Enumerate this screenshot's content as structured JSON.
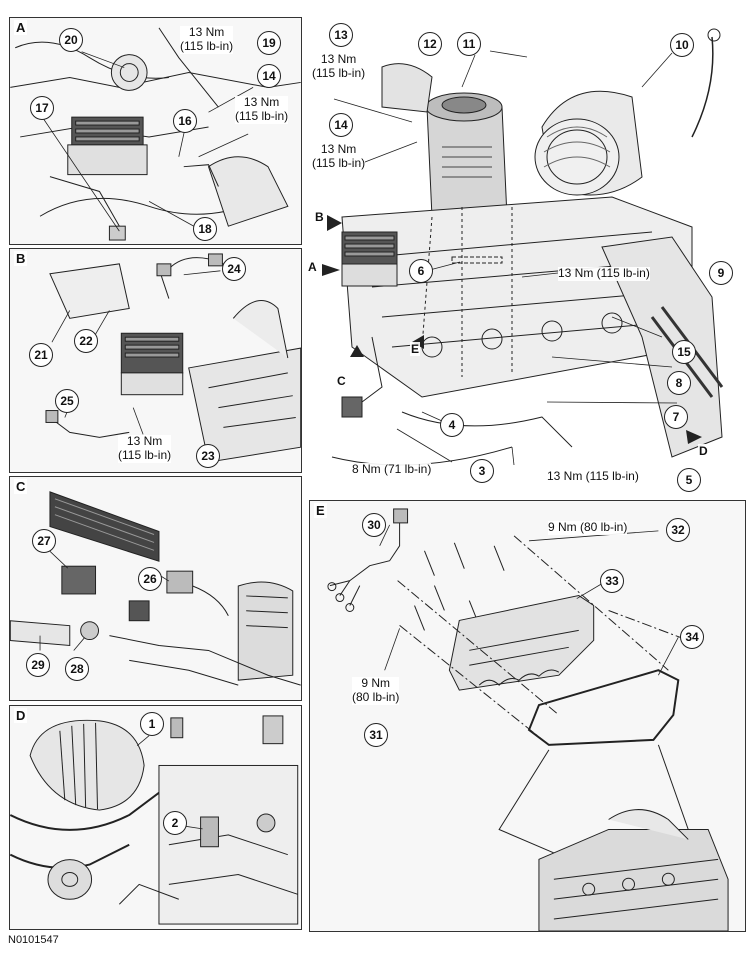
{
  "figure_code": "N0101547",
  "colors": {
    "line": "#222222",
    "panel_bg": "#f7f7f7",
    "shade": "#cfcfcf",
    "dark": "#555555"
  },
  "panels": {
    "A": {
      "label": "A",
      "callouts": {
        "c14": "14",
        "c16": "16",
        "c17": "17",
        "c18": "18",
        "c19": "19",
        "c20": "20"
      },
      "torque_19": "13 Nm\n(115 lb-in)",
      "torque_14": "13 Nm\n(115 lb-in)"
    },
    "B": {
      "label": "B",
      "callouts": {
        "c21": "21",
        "c22": "22",
        "c23": "23",
        "c24": "24",
        "c25": "25"
      },
      "torque_23": "13 Nm\n(115 lb-in)"
    },
    "C": {
      "label": "C",
      "callouts": {
        "c26": "26",
        "c27": "27",
        "c28": "28",
        "c29": "29"
      }
    },
    "D": {
      "label": "D",
      "callouts": {
        "c1": "1",
        "c2": "2"
      }
    },
    "E": {
      "label": "E",
      "callouts": {
        "c30": "30",
        "c31": "31",
        "c32": "32",
        "c33": "33",
        "c34": "34"
      },
      "torque_32": "9 Nm (80 lb-in)",
      "torque_31": "9 Nm\n(80 lb-in)"
    }
  },
  "main": {
    "callouts": {
      "c3": "3",
      "c4": "4",
      "c5": "5",
      "c6": "6",
      "c7": "7",
      "c8": "8",
      "c9": "9",
      "c10": "10",
      "c11": "11",
      "c12": "12",
      "c13": "13",
      "c14": "14",
      "c15": "15"
    },
    "torque_13": "13 Nm\n(115 lb-in)",
    "torque_14": "13 Nm\n(115 lb-in)",
    "torque_9": "13 Nm (115 lb-in)",
    "torque_3": "8 Nm (71 lb-in)",
    "torque_5": "13 Nm (115 lb-in)",
    "view_refs": {
      "A": "A",
      "B": "B",
      "C": "C",
      "D": "D",
      "E": "E"
    }
  }
}
